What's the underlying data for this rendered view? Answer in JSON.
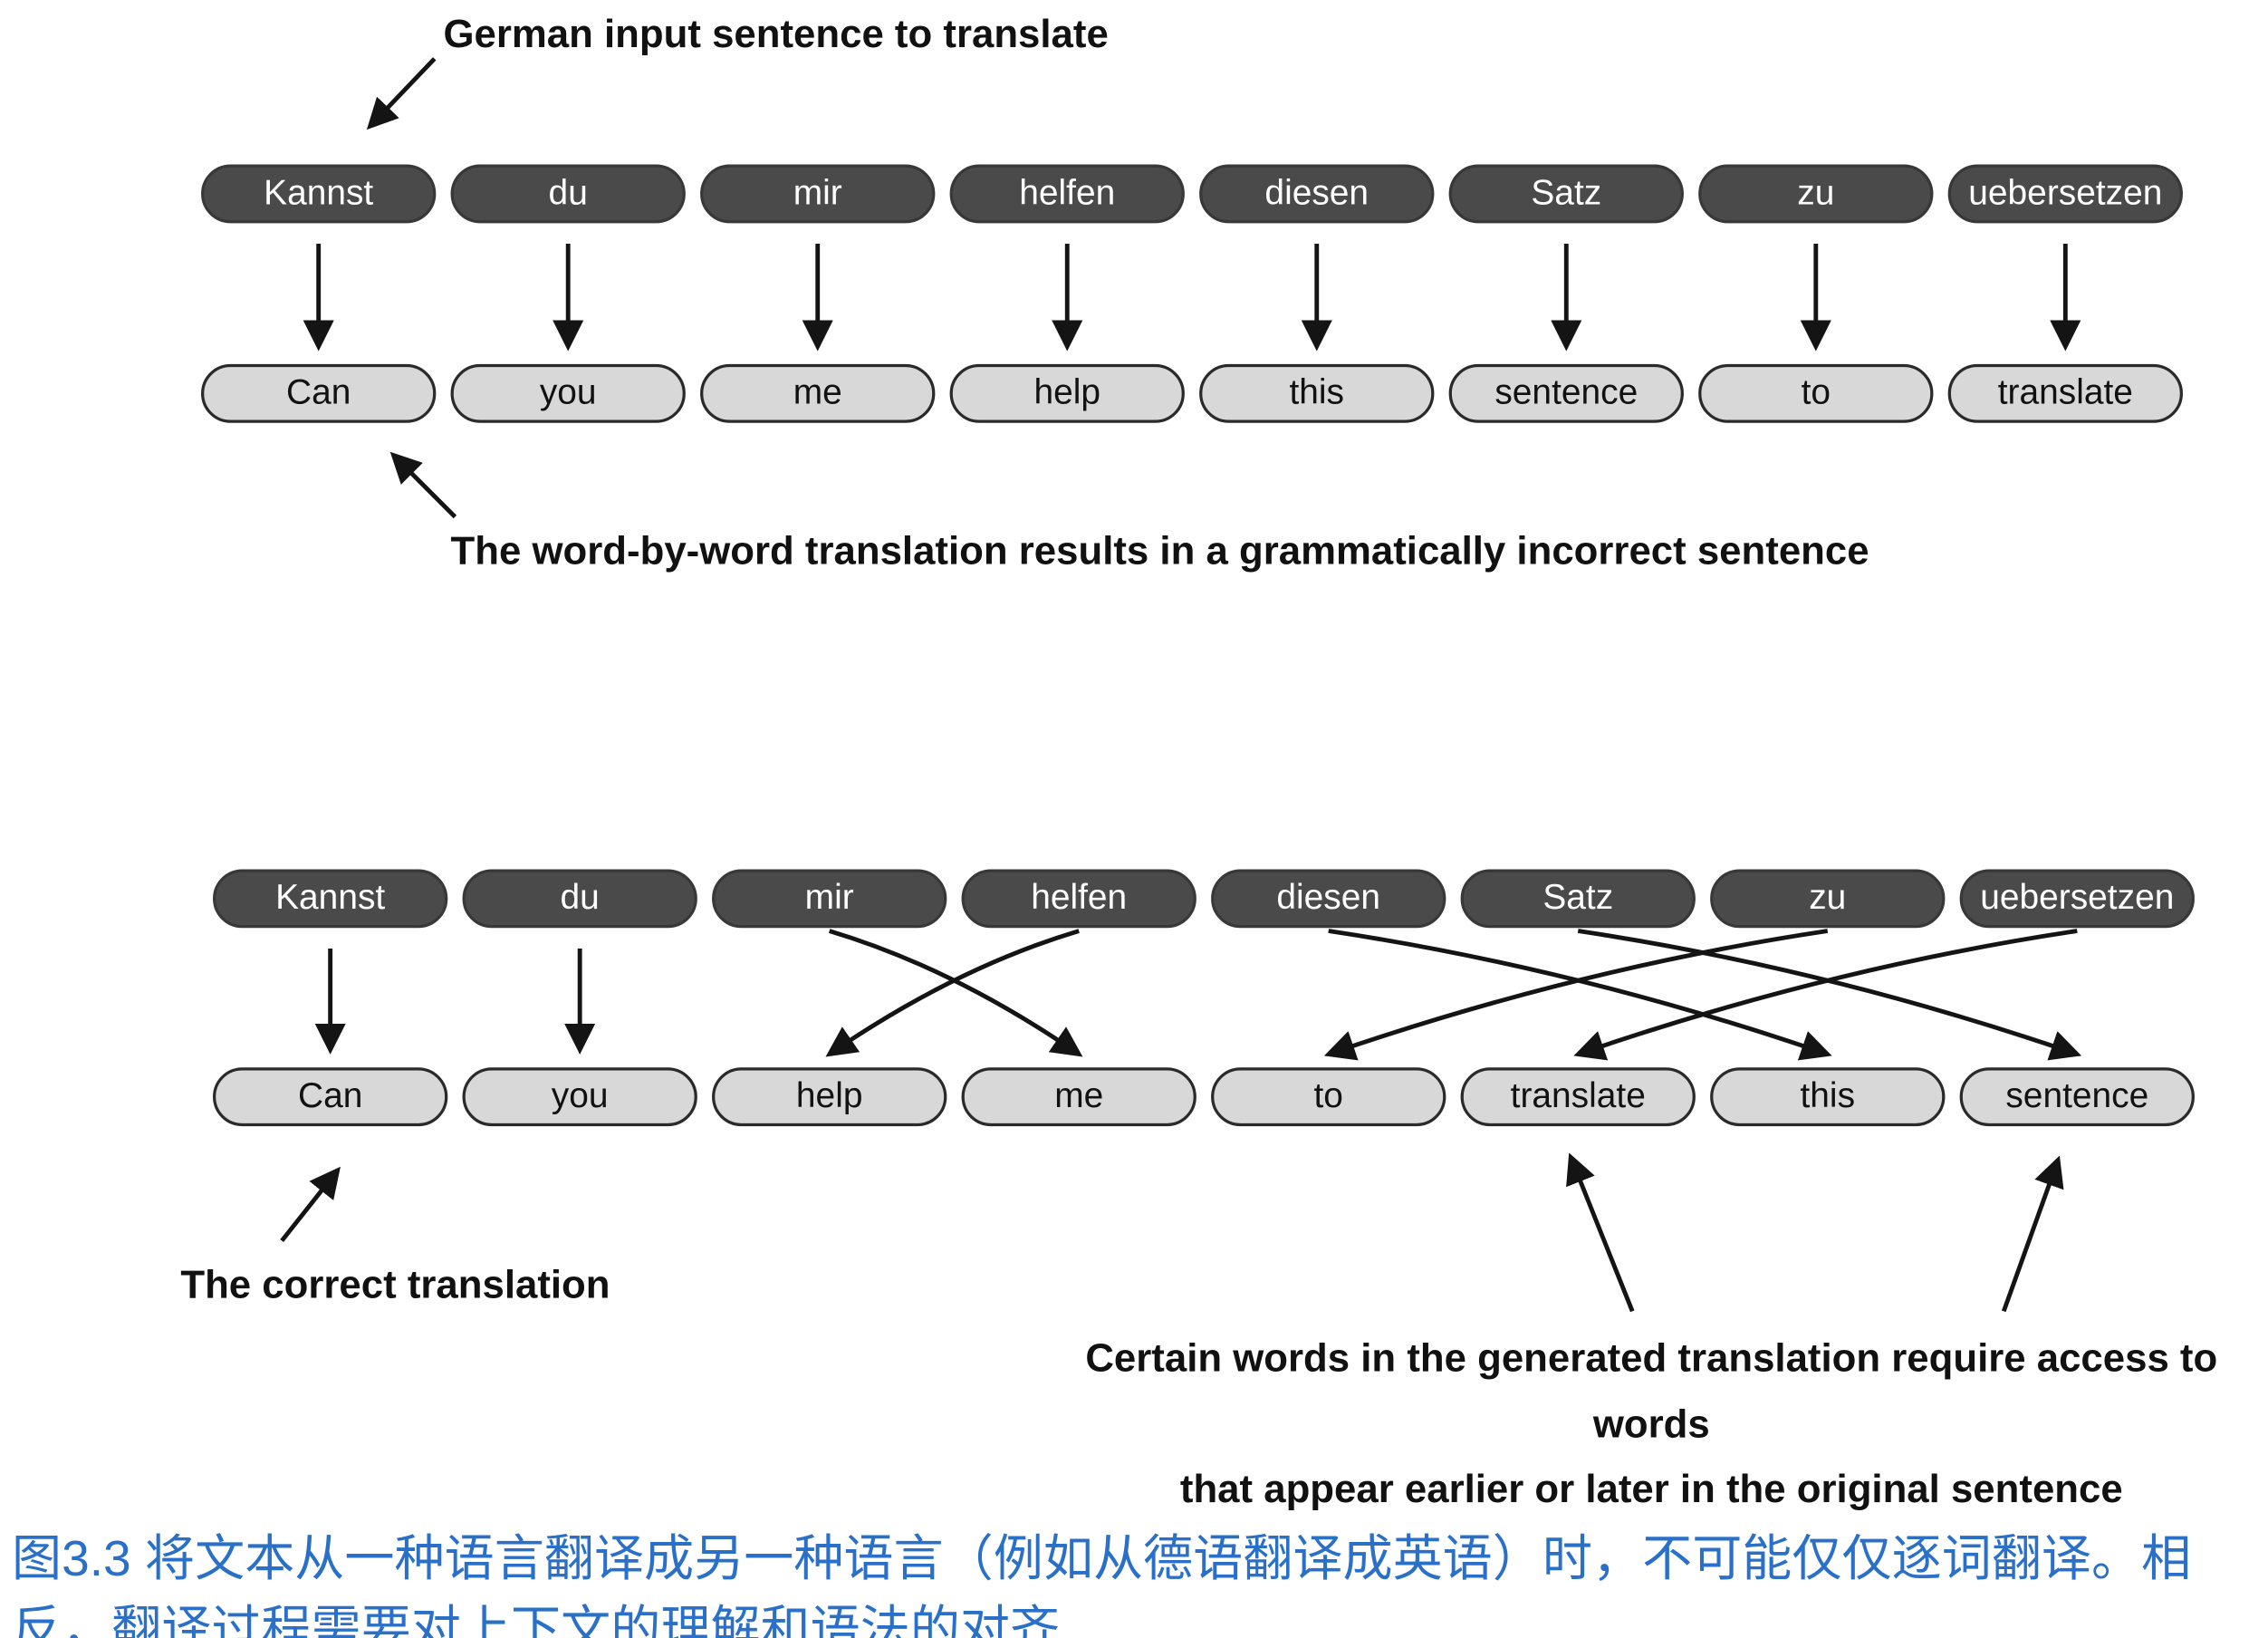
{
  "colors": {
    "dark_box": "#4a4a4a",
    "light_box": "#d8d8d8",
    "arrow": "#141414",
    "caption": "#2a70c8"
  },
  "top_diagram": {
    "annotation_input": "German input sentence to translate",
    "annotation_result": "The word-by-word translation results in a grammatically incorrect sentence",
    "german_words": [
      "Kannst",
      "du",
      "mir",
      "helfen",
      "diesen",
      "Satz",
      "zu",
      "uebersetzen"
    ],
    "english_words": [
      "Can",
      "you",
      "me",
      "help",
      "this",
      "sentence",
      "to",
      "translate"
    ]
  },
  "bottom_diagram": {
    "german_words": [
      "Kannst",
      "du",
      "mir",
      "helfen",
      "diesen",
      "Satz",
      "zu",
      "uebersetzen"
    ],
    "english_words": [
      "Can",
      "you",
      "help",
      "me",
      "to",
      "translate",
      "this",
      "sentence"
    ],
    "alignment": [
      [
        0,
        0
      ],
      [
        1,
        1
      ],
      [
        2,
        3
      ],
      [
        3,
        2
      ],
      [
        4,
        6
      ],
      [
        5,
        7
      ],
      [
        6,
        4
      ],
      [
        7,
        5
      ]
    ],
    "annotation_correct": "The correct translation",
    "annotation_context_line1": "Certain words in the generated translation require access to words",
    "annotation_context_line2": "that appear earlier or later in the original sentence"
  },
  "caption": {
    "text": "图3.3 将文本从一种语言翻译成另一种语言（例如从德语翻译成英语）时，不可能仅仅逐词翻译。相反，翻译过程需要对上下文的理解和语法的对齐"
  }
}
